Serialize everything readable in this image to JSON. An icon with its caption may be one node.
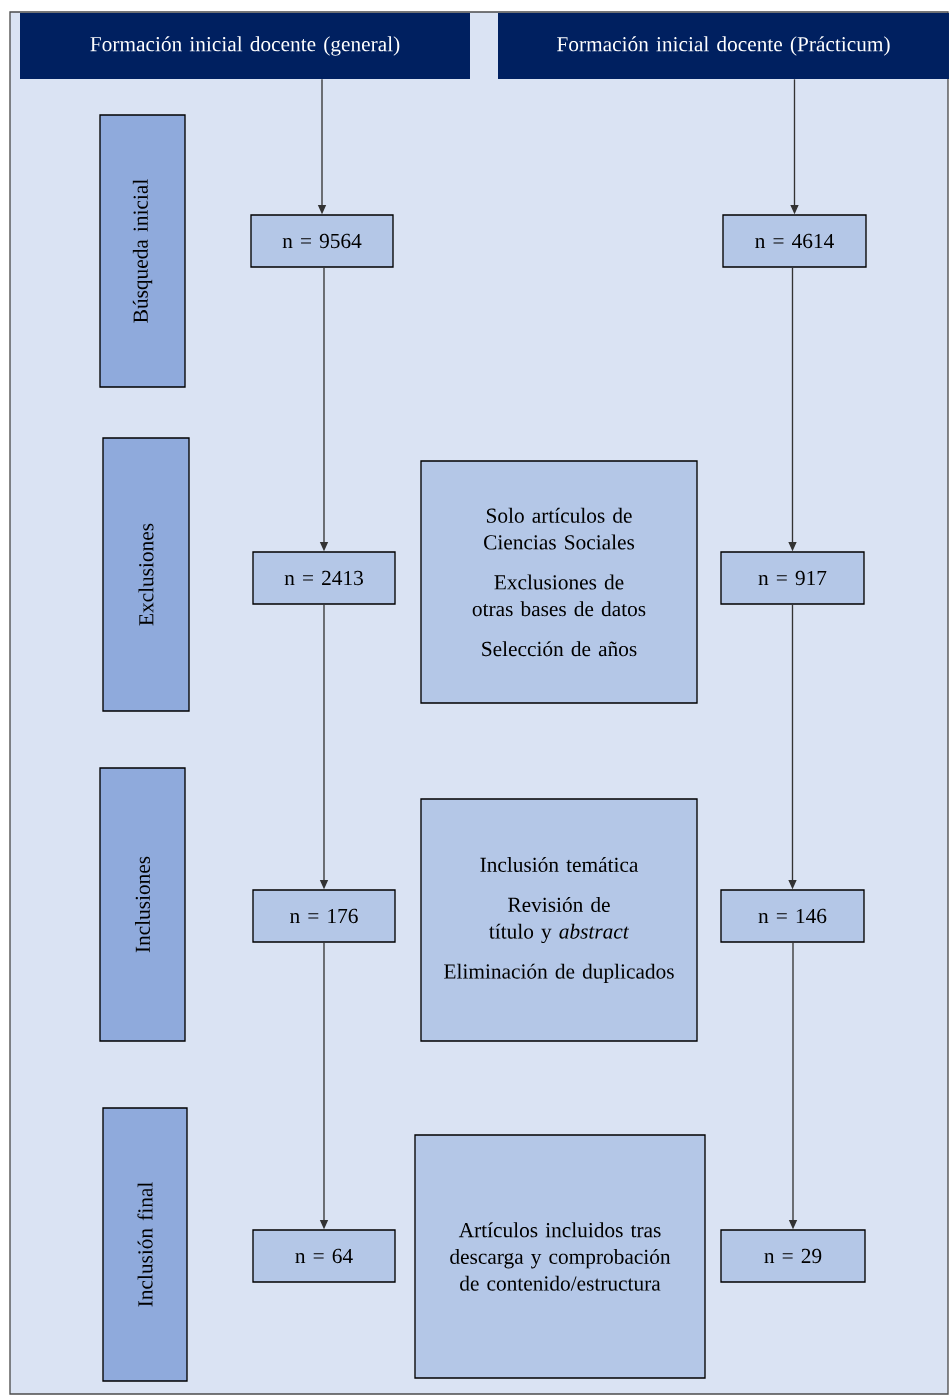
{
  "diagram": {
    "nodes": [
      {
        "text": [
          "Formación inicial docente (general)"
        ]
      },
      {
        "text": [
          "Formación inicial docente (Prácticum)"
        ]
      },
      {
        "text": [
          "Búsqueda inicial"
        ]
      },
      {
        "text": [
          "n = 9564"
        ]
      },
      {
        "text": [
          "n = 4614"
        ]
      },
      {
        "text": [
          "Exclusiones"
        ]
      },
      {
        "text": [
          "n = 2413"
        ]
      },
      {
        "text": [
          "Solo artículos de Ciencias Sociales",
          "Exclusiones de otras bases de datos",
          "Selección de años"
        ]
      },
      {
        "text": [
          "n = 917"
        ]
      },
      {
        "text": [
          "Inclusiones"
        ]
      },
      {
        "text": [
          "n = 176"
        ]
      },
      {
        "text": [
          "Inclusión temática",
          "Revisión de título y *abstract*",
          "Eliminación de duplicados"
        ]
      },
      {
        "text": [
          "n = 146"
        ]
      },
      {
        "text": [
          "Inclusión final"
        ]
      },
      {
        "text": [
          "n = 64"
        ]
      },
      {
        "text": [
          "Artículos incluidos tras descarga y comprobación de contenido/estructura"
        ]
      },
      {
        "text": [
          "n = 29"
        ]
      }
    ],
    "edges": [
      {
        "from": 0,
        "to": 3,
        "arrow": "to"
      },
      {
        "from": 3,
        "to": 6,
        "arrow": "to"
      },
      {
        "from": 6,
        "to": 10,
        "arrow": "to"
      },
      {
        "from": 10,
        "to": 14,
        "arrow": "to"
      },
      {
        "from": 1,
        "to": 4,
        "arrow": "to"
      },
      {
        "from": 4,
        "to": 8,
        "arrow": "to"
      },
      {
        "from": 8,
        "to": 12,
        "arrow": "to"
      },
      {
        "from": 12,
        "to": 16,
        "arrow": "to"
      }
    ]
  }
}
